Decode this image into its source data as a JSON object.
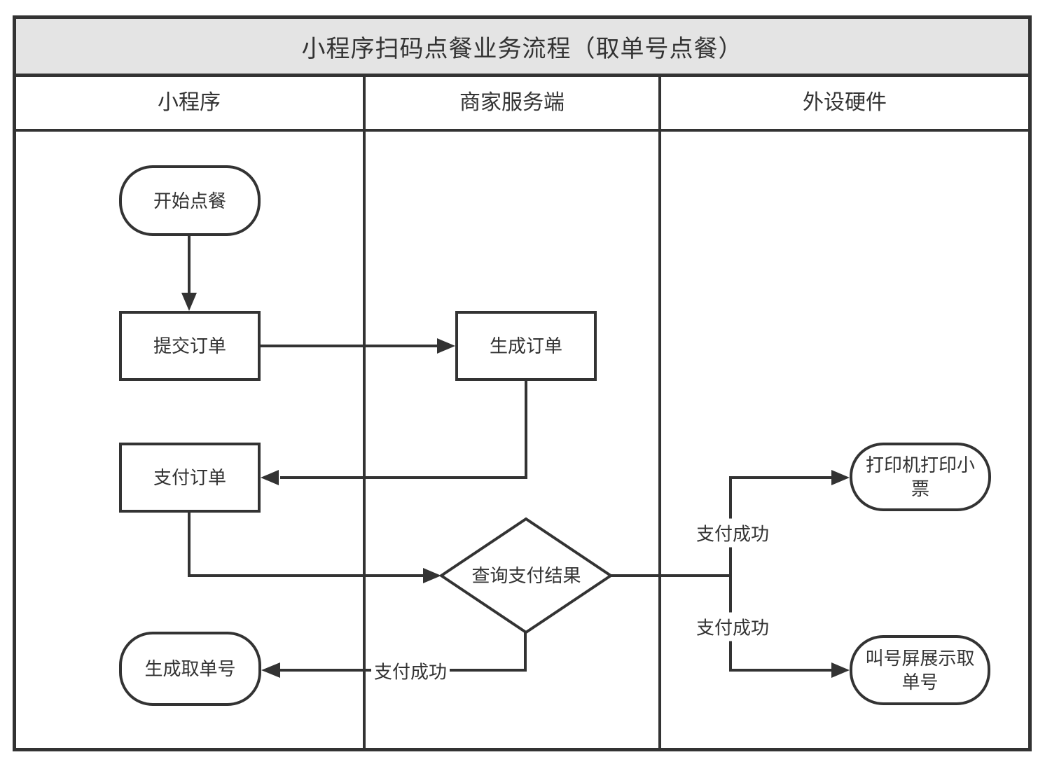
{
  "title": "小程序扫码点餐业务流程（取单号点餐）",
  "lanes": [
    {
      "label": "小程序"
    },
    {
      "label": "商家服务端"
    },
    {
      "label": "外设硬件"
    }
  ],
  "nodes": {
    "start": {
      "label": "开始点餐",
      "shape": "rounded",
      "lane": "小程序"
    },
    "submit_order": {
      "label": "提交订单",
      "shape": "rect",
      "lane": "小程序"
    },
    "create_order": {
      "label": "生成订单",
      "shape": "rect",
      "lane": "商家服务端"
    },
    "pay_order": {
      "label": "支付订单",
      "shape": "rect",
      "lane": "小程序"
    },
    "query_payment_result": {
      "label": "查询支付结果",
      "shape": "diamond",
      "lane": "商家服务端"
    },
    "generate_pickup_number": {
      "label": "生成取单号",
      "shape": "rounded",
      "lane": "小程序"
    },
    "printer_print_receipt": {
      "label": "打印机打印小票",
      "shape": "rounded",
      "lane": "外设硬件"
    },
    "call_screen_show_pickup_number": {
      "label": "叫号屏展示取单号",
      "shape": "rounded",
      "lane": "外设硬件"
    }
  },
  "edge_labels": {
    "to_printer": "支付成功",
    "to_call_screen": "支付成功",
    "to_pickup_number": "支付成功"
  },
  "colors": {
    "line": "#333333",
    "text": "#333333",
    "title_band_bg": "#e4e4e4",
    "node_fill": "#ffffff",
    "background": "#ffffff"
  }
}
